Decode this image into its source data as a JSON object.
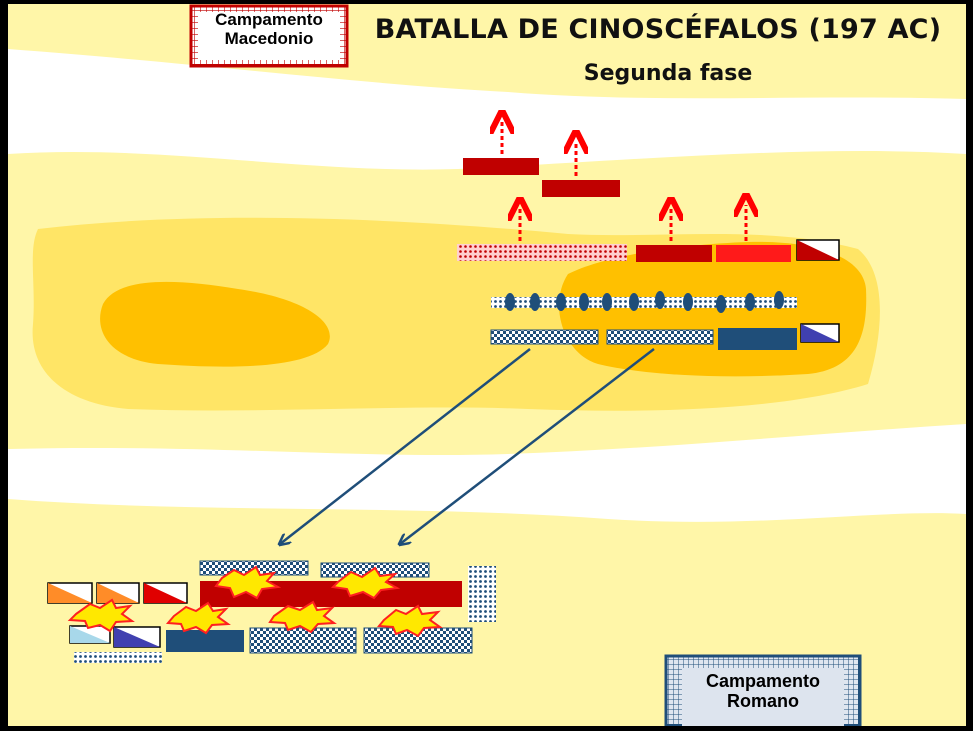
{
  "title": "BATALLA DE CINOSCÉFALOS (197 AC)",
  "subtitle": "Segunda fase",
  "camps": {
    "macedonian_line1": "Campamento",
    "macedonian_line2": "Macedonio",
    "roman_line1": "Campamento",
    "roman_line2": "Romano"
  },
  "colors": {
    "terrain_light": "#fff6a8",
    "terrain_mid": "#ffe566",
    "terrain_hill": "#ffc000",
    "macedonian_dark": "#c00000",
    "macedonian_bright": "#ff1a1a",
    "roman_dark": "#1f4e79",
    "retreat_arrow": "#ff0000",
    "maneuver_arrow": "#1f4e79"
  }
}
